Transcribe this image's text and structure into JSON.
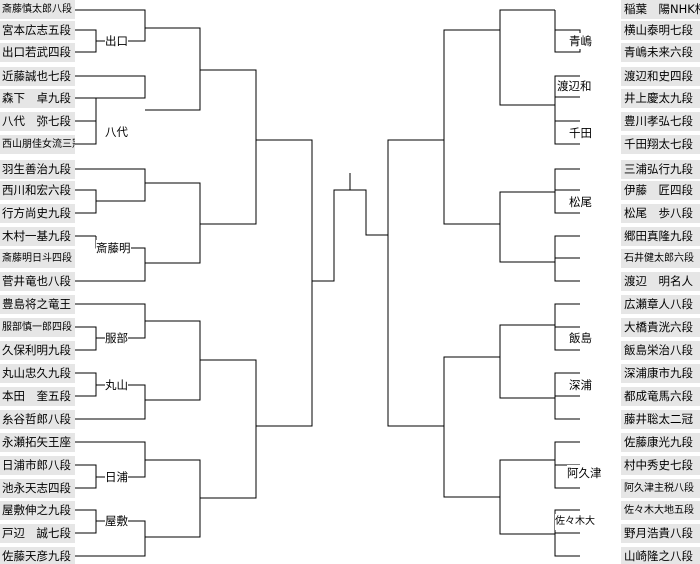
{
  "bracket": {
    "left_players": [
      "斎藤慎太郎八段",
      "宮本広志五段",
      "出口若武四段",
      "近藤誠也七段",
      "森下　卓九段",
      "八代　弥七段",
      "西山朋佳女流三冠",
      "羽生善治九段",
      "西川和宏六段",
      "行方尚史九段",
      "木村一基九段",
      "斎藤明日斗四段",
      "菅井竜也八段",
      "豊島将之竜王",
      "服部慎一郎四段",
      "久保利明九段",
      "丸山忠久九段",
      "本田　奎五段",
      "糸谷哲郎八段",
      "永瀬拓矢王座",
      "日浦市郎八段",
      "池永天志四段",
      "屋敷伸之九段",
      "戸辺　誠七段",
      "佐藤天彦九段"
    ],
    "right_players": [
      "稲葉　陽NHK杯",
      "横山泰明七段",
      "青嶋未来六段",
      "渡辺和史四段",
      "井上慶太九段",
      "豊川孝弘七段",
      "千田翔太七段",
      "三浦弘行九段",
      "伊藤　匠四段",
      "松尾　歩八段",
      "郷田真隆九段",
      "石井健太郎六段",
      "渡辺　明名人",
      "広瀬章人八段",
      "大橋貴洸六段",
      "飯島栄治八段",
      "深浦康市九段",
      "都成竜馬六段",
      "藤井聡太二冠",
      "佐藤康光九段",
      "村中秀史七段",
      "阿久津主税八段",
      "佐々木大地五段",
      "野月浩貴八段",
      "山崎隆之八段"
    ],
    "left_winners": [
      "出口",
      "八代",
      "斎藤明",
      "服部",
      "丸山",
      "日浦",
      "屋敷"
    ],
    "right_winners": [
      "青嶋",
      "渡辺和",
      "千田",
      "松尾",
      "飯島",
      "深浦",
      "阿久津",
      "佐々木大"
    ]
  }
}
